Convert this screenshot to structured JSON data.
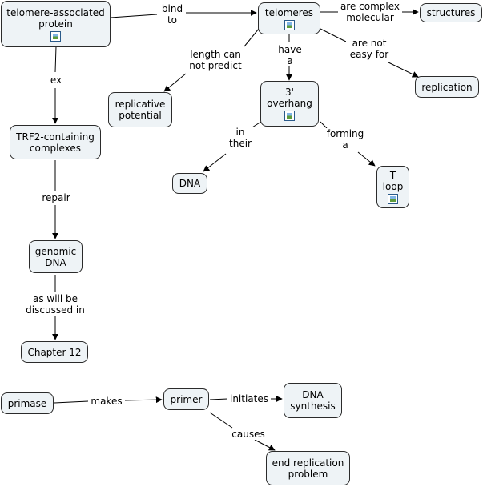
{
  "concepts": {
    "telomere_protein": "telomere-associated\nprotein",
    "telomeres": "telomeres",
    "structures": "structures",
    "replication": "replication",
    "replicative_potential": "replicative\npotential",
    "overhang": "3'\noverhang",
    "trf2": "TRF2-containing\ncomplexes",
    "dna": "DNA",
    "t_loop": "T\nloop",
    "genomic_dna": "genomic\nDNA",
    "chapter12": "Chapter 12",
    "primase": "primase",
    "primer": "primer",
    "dna_synthesis": "DNA\nsynthesis",
    "end_replication": "end replication\nproblem"
  },
  "links": {
    "bind_to": "bind\nto",
    "complex_molecular": "are complex\nmolecular",
    "not_easy": "are not\neasy for",
    "length_predict": "length can\nnot predict",
    "have_a": "have\na",
    "ex": "ex",
    "in_their": "in\ntheir",
    "forming_a": "forming\na",
    "repair": "repair",
    "discussed": "as will be\ndiscussed in",
    "makes": "makes",
    "initiates": "initiates",
    "causes": "causes"
  }
}
